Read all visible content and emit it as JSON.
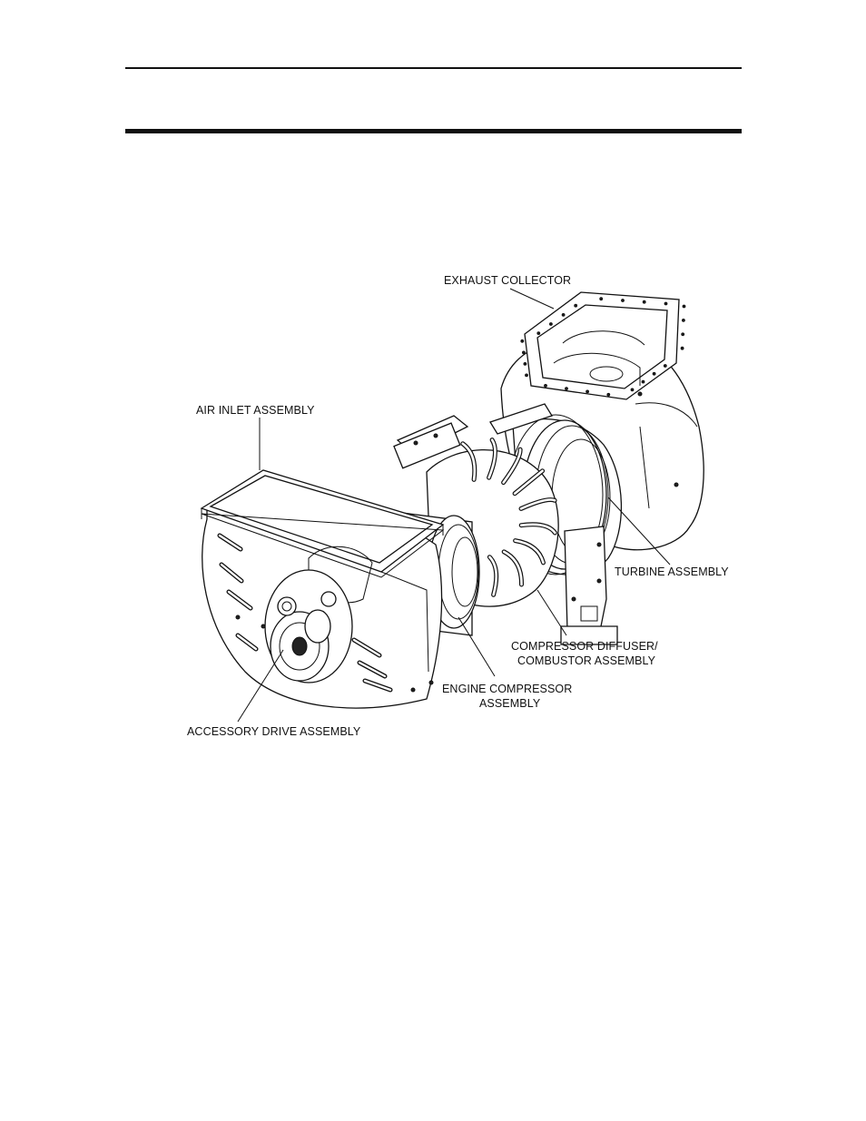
{
  "figure": {
    "labels": {
      "exhaust_collector": "EXHAUST COLLECTOR",
      "air_inlet_assembly": "AIR INLET ASSEMBLY",
      "turbine_assembly": "TURBINE ASSEMBLY",
      "compressor_diffuser_line1": "COMPRESSOR DIFFUSER/",
      "compressor_diffuser_line2": "COMBUSTOR ASSEMBLY",
      "engine_compressor_line1": "ENGINE COMPRESSOR",
      "engine_compressor_line2": "ASSEMBLY",
      "accessory_drive_assembly": "ACCESSORY DRIVE ASSEMBLY"
    }
  }
}
